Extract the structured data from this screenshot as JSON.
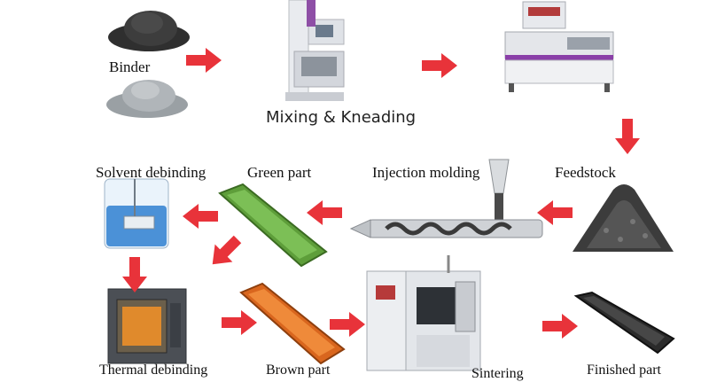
{
  "labels": {
    "binder": "Binder",
    "mixing": "Mixing & Kneading",
    "solvent_debinding": "Solvent debinding",
    "green_part": "Green part",
    "injection_molding": "Injection molding",
    "feedstock": "Feedstock",
    "thermal_debinding": "Thermal debinding",
    "brown_part": "Brown part",
    "sintering": "Sintering",
    "finished_part": "Finished part"
  },
  "colors": {
    "arrow": "#e8333a",
    "green_part": "#5e9e3a",
    "brown_part": "#d9661e",
    "finished_part": "#2b2b2b",
    "solvent": "#2f7fd0",
    "powder_dark": "#3a3a3a",
    "powder_light": "#a9aeb2"
  }
}
